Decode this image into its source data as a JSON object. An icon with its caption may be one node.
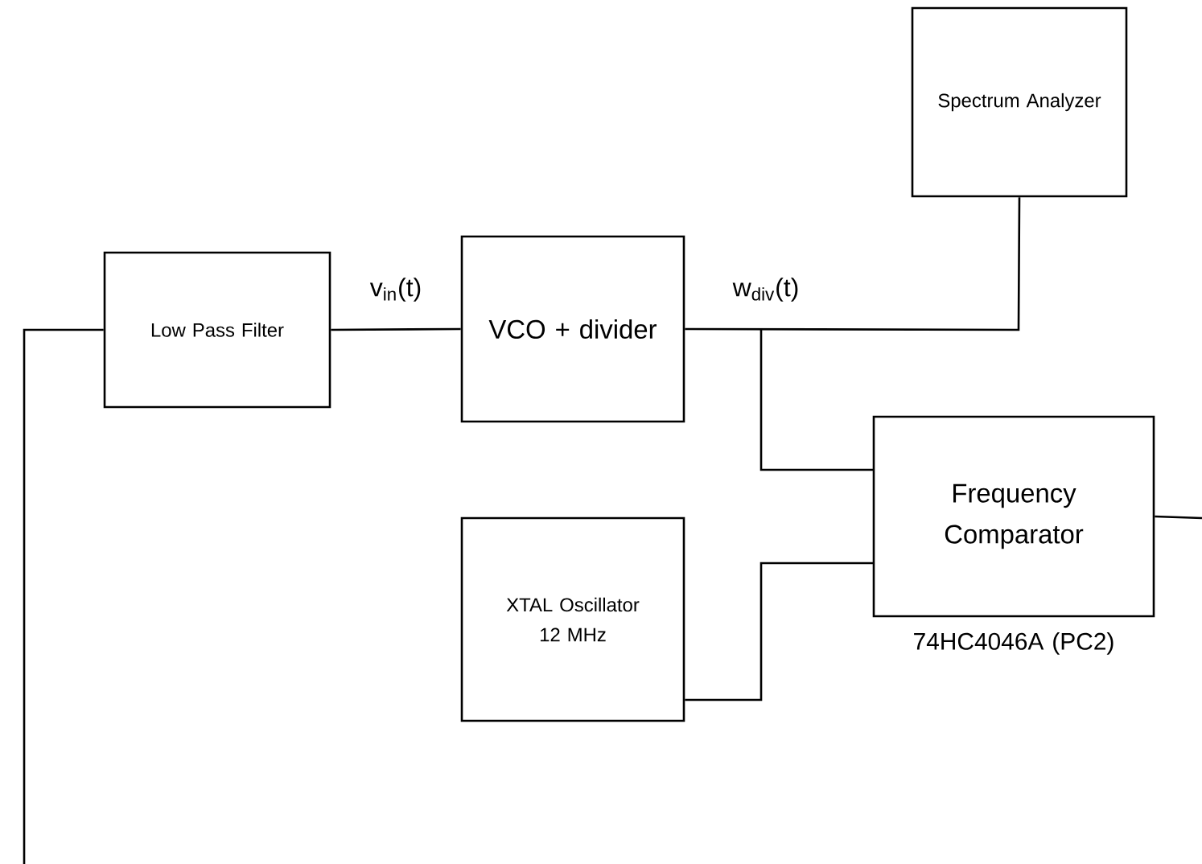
{
  "diagram": {
    "nodes": [
      {
        "text": [
          "Low Pass Filter"
        ]
      },
      {
        "text": [
          "VCO + divider"
        ]
      },
      {
        "text": [
          "Spectrum Analyzer"
        ]
      },
      {
        "text": [
          "Frequency Comparator"
        ],
        "beside": [
          "74HC4046A (PC2)"
        ]
      },
      {
        "text": [
          "XTAL Oscillator 12 MHz"
        ]
      }
    ],
    "edges": [
      {
        "from": 0,
        "to": 1,
        "arrow": "none",
        "label": "v$_{in}$(t)"
      },
      {
        "from": 1,
        "to": 2,
        "arrow": "none",
        "label": "w$_{div}$(t)"
      },
      {
        "from": 1,
        "to": 3,
        "arrow": "none"
      },
      {
        "from": 4,
        "to": 3,
        "arrow": "none"
      },
      {
        "from": 3,
        "to": null,
        "arrow": "none"
      },
      {
        "from": null,
        "to": 0,
        "arrow": "none"
      }
    ]
  }
}
